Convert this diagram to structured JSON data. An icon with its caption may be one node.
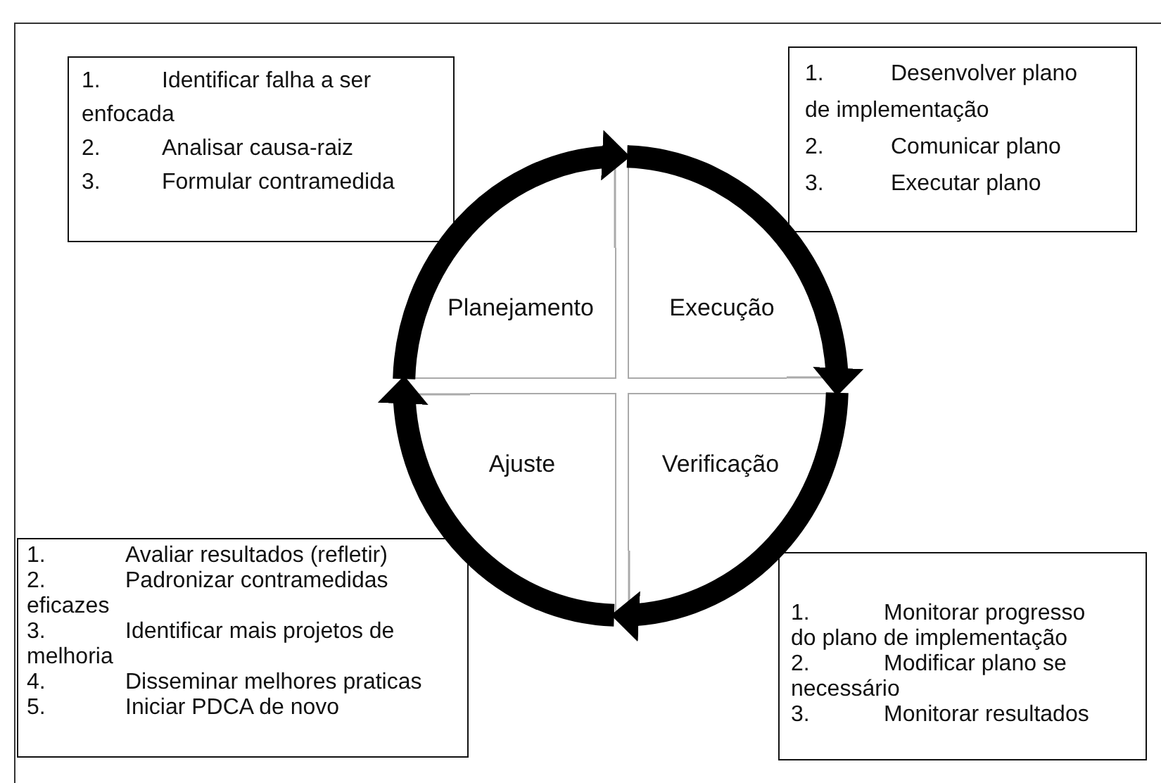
{
  "diagram": {
    "nodes": [
      {
        "text": [
          "1.",
          "Identificar falha a ser enfocada",
          "2.",
          "Analisar causa-raiz",
          "3.",
          "Formular contramedida"
        ]
      },
      {
        "text": [
          "1.",
          "Desenvolver plano de implementação",
          "2.",
          "Comunicar plano",
          "3.",
          "Executar plano"
        ]
      },
      {
        "text": [
          "Planejamento"
        ]
      },
      {
        "text": [
          "Execução"
        ]
      },
      {
        "text": [
          "Ajuste"
        ]
      },
      {
        "text": [
          "Verificação"
        ]
      },
      {
        "text": [
          "1.",
          "Avaliar resultados (refletir)",
          "2.",
          "Padronizar contramedidas eficazes",
          "3.",
          "Identificar mais projetos de melhoria",
          "4.",
          "Disseminar melhores praticas",
          "5.",
          "Iniciar PDCA de novo"
        ]
      },
      {
        "text": [
          "1.",
          "Monitorar progresso do plano de implementação",
          "2.",
          "Modificar plano se necessário",
          "3.",
          "Monitorar resultados"
        ]
      }
    ],
    "edges": [
      {
        "from": 2,
        "to": 3,
        "arrow": "to"
      },
      {
        "from": 3,
        "to": 5,
        "arrow": "to"
      },
      {
        "from": 5,
        "to": 4,
        "arrow": "to"
      },
      {
        "from": 4,
        "to": 2,
        "arrow": "to"
      }
    ]
  }
}
